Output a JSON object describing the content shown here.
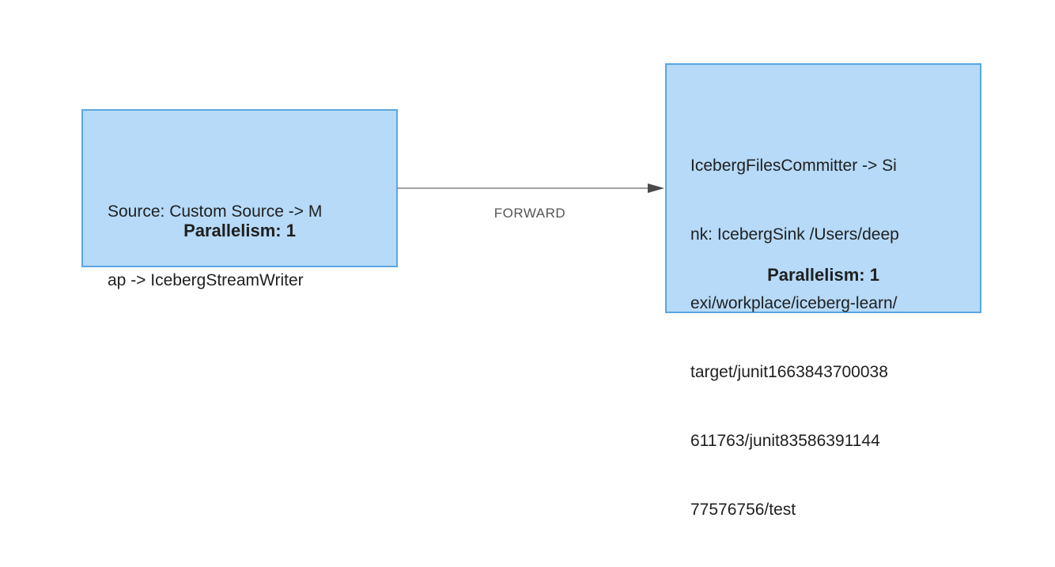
{
  "diagram": {
    "nodes": [
      {
        "id": "source",
        "description_lines": [
          "Source: Custom Source -> M",
          "ap -> IcebergStreamWriter"
        ],
        "parallelism": "Parallelism: 1"
      },
      {
        "id": "sink",
        "description_lines": [
          "IcebergFilesCommitter -> Si",
          "nk: IcebergSink /Users/deep",
          "exi/workplace/iceberg-learn/",
          "target/junit1663843700038",
          "611763/junit83586391144",
          "77576756/test"
        ],
        "parallelism": "Parallelism: 1"
      }
    ],
    "edges": [
      {
        "from": "source",
        "to": "sink",
        "label": "FORWARD"
      }
    ],
    "colors": {
      "node_fill": "#b6daf8",
      "node_border": "#5aa6e4",
      "edge_line": "#6b6b6b",
      "edge_label": "#555555",
      "text": "#1f1f1f"
    }
  }
}
